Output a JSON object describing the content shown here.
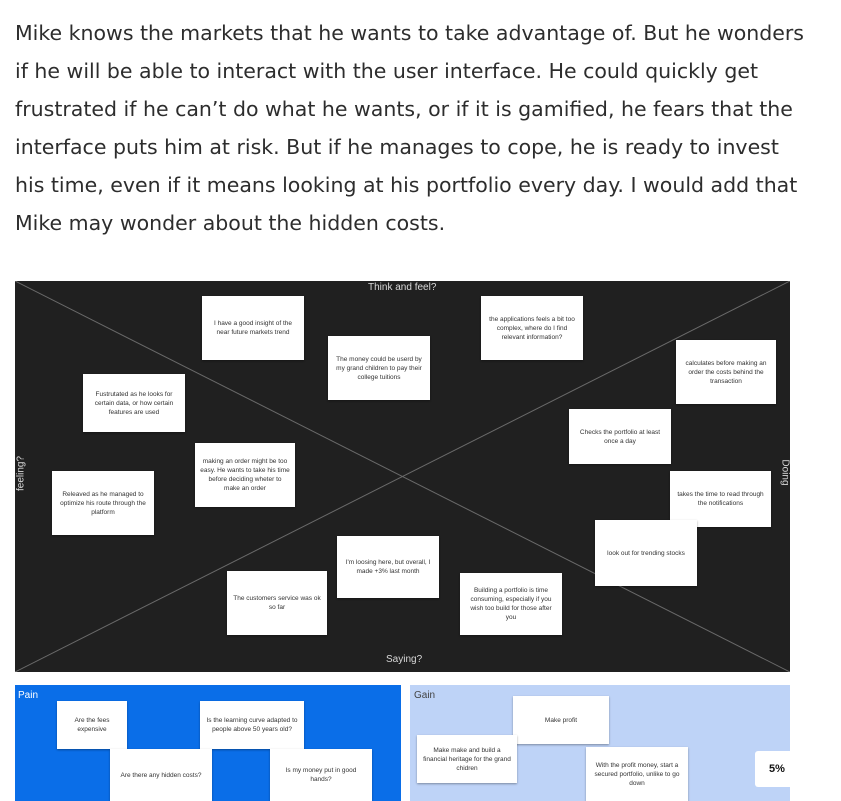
{
  "article": {
    "paragraph": "Mike knows the markets that he wants to take advantage of. But he wonders if he will be able to interact with the user interface. He could quickly get frustrated if he can’t do what he wants, or if it is gamified, he fears that the interface puts him at risk. But if he manages to cope, he is ready to invest his time, even if it means looking at his portfolio every day. I would add that Mike may wonder about the hidden costs."
  },
  "board": {
    "top_label": "Think and feel?",
    "bottom_label": "Saying?",
    "left_label": "feeling?",
    "right_label": "Doing",
    "notes": [
      "I have a good insight of the near future markets trend",
      "the applications feels a bit too complex, where do I find relevant information?",
      "The money could be userd by my grand children to pay their college tuitions",
      "calculates before making an order the costs behind the transaction",
      "Fustrutated as he looks for certain data, or how certain features are used",
      "Checks the portfolio at least once a day",
      "making an order might be too easy. He wants to take his time before deciding wheter to make an order",
      "Releaved as he managed to optimize his route through the platform",
      "takes the time to read through the notifications",
      "look out for trending stocks",
      "I'm loosing here, but overall, I made +3% last month",
      "Building a portfolio is time consuming, especially if you wish too build for those after you",
      "The customers service was ok so far"
    ]
  },
  "pain": {
    "label": "Pain",
    "notes": [
      "Are the fees expensive",
      "Is the learning curve adapted to people above 50 years old?",
      "Are there any hidden costs?",
      "Is my money put in good hands?"
    ]
  },
  "gain": {
    "label": "Gain",
    "notes": [
      "Make profit",
      "Make make and build a financial heritage for the grand chidren",
      "With the profit money, start a secured portfolio, unlike to go down"
    ]
  },
  "zoom": {
    "label": "5%"
  },
  "colors": {
    "board_bg": "#202020",
    "pain_bg": "#0a6ee8",
    "gain_bg": "#bed3f7",
    "note_bg": "#ffffff"
  }
}
